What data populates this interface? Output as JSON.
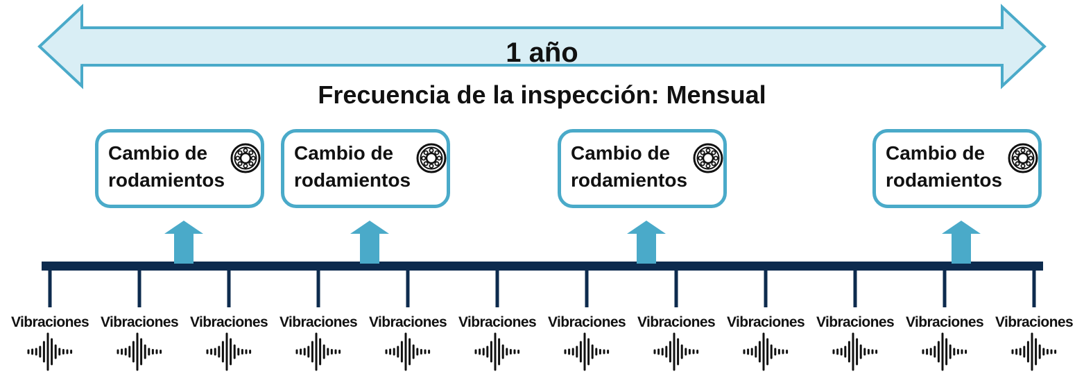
{
  "period_label": "1 año",
  "frequency_label": "Frecuencia de la inspección: Mensual",
  "events": [
    {
      "line1": "Cambio de",
      "line2": "rodamientos",
      "month": 2,
      "icon": "bearing-icon"
    },
    {
      "line1": "Cambio de",
      "line2": "rodamientos",
      "month": 4,
      "icon": "bearing-icon"
    },
    {
      "line1": "Cambio de",
      "line2": "rodamientos",
      "month": 7,
      "icon": "bearing-icon"
    },
    {
      "line1": "Cambio de",
      "line2": "rodamientos",
      "month": 11,
      "icon": "bearing-icon"
    }
  ],
  "inspections": [
    {
      "label": "Vibraciones",
      "icon": "sound-wave-icon"
    },
    {
      "label": "Vibraciones",
      "icon": "sound-wave-icon"
    },
    {
      "label": "Vibraciones",
      "icon": "sound-wave-icon"
    },
    {
      "label": "Vibraciones",
      "icon": "sound-wave-icon"
    },
    {
      "label": "Vibraciones",
      "icon": "sound-wave-icon"
    },
    {
      "label": "Vibraciones",
      "icon": "sound-wave-icon"
    },
    {
      "label": "Vibraciones",
      "icon": "sound-wave-icon"
    },
    {
      "label": "Vibraciones",
      "icon": "sound-wave-icon"
    },
    {
      "label": "Vibraciones",
      "icon": "sound-wave-icon"
    },
    {
      "label": "Vibraciones",
      "icon": "sound-wave-icon"
    },
    {
      "label": "Vibraciones",
      "icon": "sound-wave-icon"
    },
    {
      "label": "Vibraciones",
      "icon": "sound-wave-icon"
    }
  ],
  "colors": {
    "timeline": "#0d2b4e",
    "accent": "#4aaac9",
    "band_fill": "#d9eef5",
    "text": "#111111"
  }
}
